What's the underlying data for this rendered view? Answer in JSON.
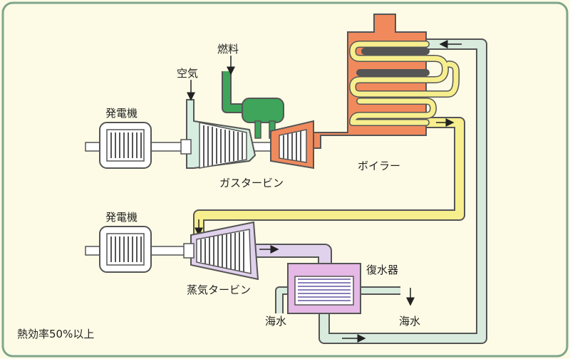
{
  "labels": {
    "fuel": "燃料",
    "air": "空気",
    "generator_top": "発電機",
    "generator_bottom": "発電機",
    "gas_turbine": "ガスタービン",
    "boiler": "ボイラー",
    "steam_turbine": "蒸気タービン",
    "condenser": "復水器",
    "seawater_in": "海水",
    "seawater_out": "海水"
  },
  "efficiency_note": "熱効率50%以上",
  "colors": {
    "background": "#fdfbe6",
    "border": "#7fa58a",
    "boiler": "#f08a5d",
    "fuel": "#3ea55a",
    "gas_turbine_casing": "#d6eedf",
    "steam_pipe": "#f7ee8e",
    "water_pipe": "#d8ebdd",
    "condenser": "#e5b8e5",
    "exhaust_pipe": "#e0d2ec",
    "generator": "#ffffff",
    "outline": "#555555"
  }
}
